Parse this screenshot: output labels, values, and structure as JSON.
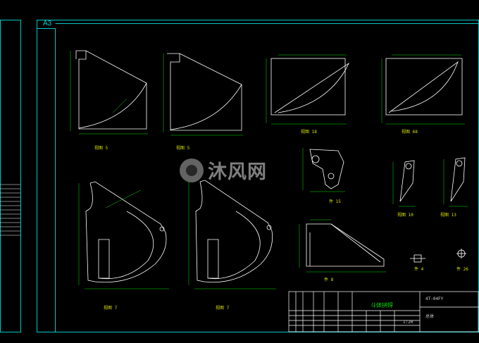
{
  "sheet": {
    "size_tag": "A3"
  },
  "title_block": {
    "title": "斗体拼焊",
    "code": "4T-04FY",
    "name": "总体",
    "scale": "1:20"
  },
  "view_labels": {
    "v1": "视图 5",
    "v2": "视图 5",
    "v3": "视图 18",
    "v4": "视图 68",
    "v5": "视图 7",
    "v6": "视图 7",
    "v7": "件 15",
    "v8": "视图 10",
    "v9": "视图 13",
    "v10": "件 8",
    "v11": "件 4",
    "v12": "件 26"
  },
  "watermark": {
    "text": "沐风网"
  },
  "colors": {
    "frame": "#00c8c8",
    "lines": "#ffffff",
    "dims": "#00e000",
    "text": "#d8e000"
  }
}
